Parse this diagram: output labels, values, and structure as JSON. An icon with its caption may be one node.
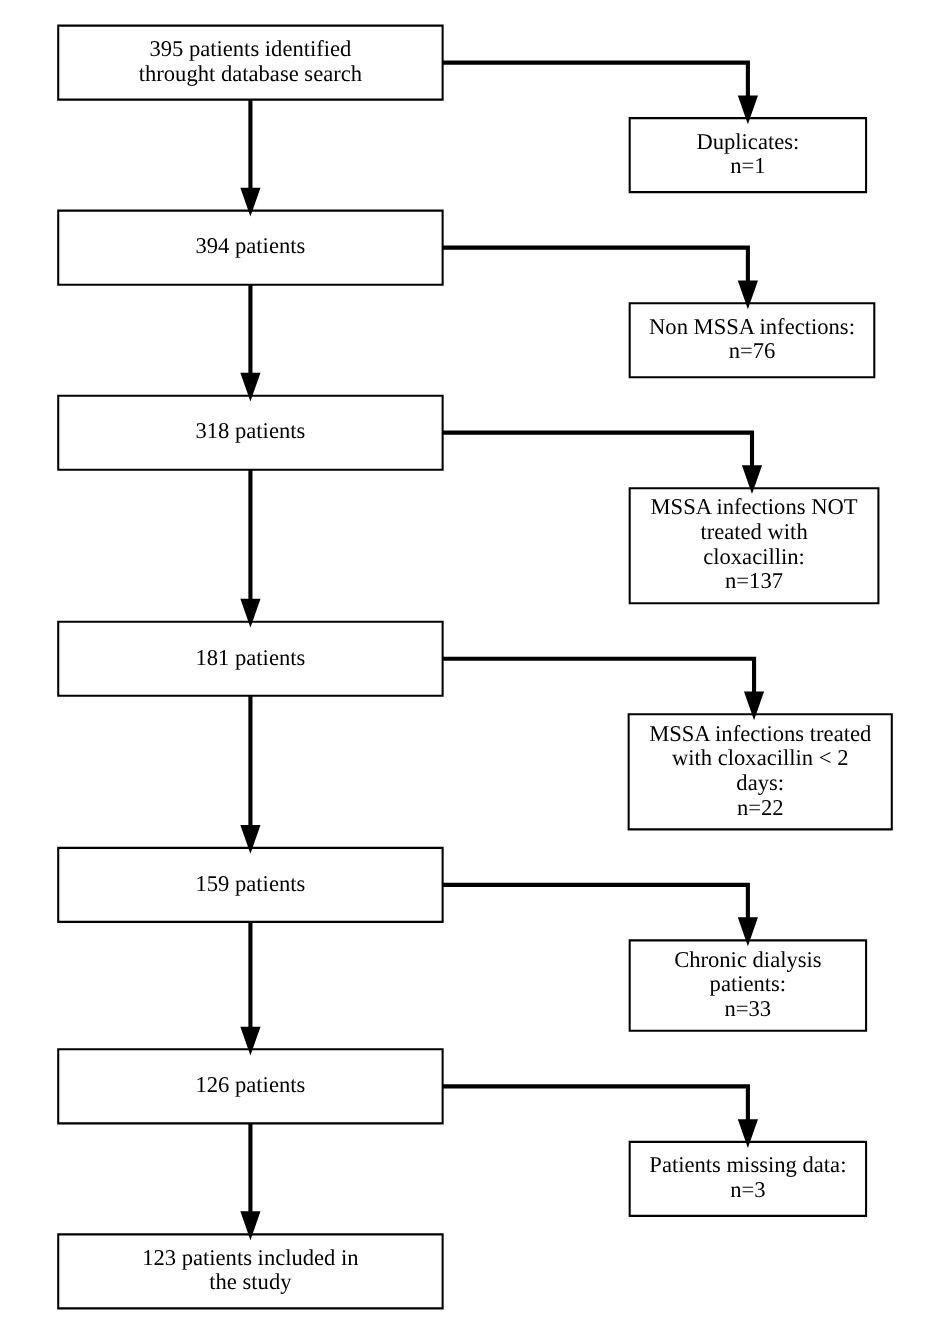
{
  "diagram": {
    "nodes": [
      {
        "text": [
          "395 patients identified throught database search"
        ]
      },
      {
        "text": [
          "Duplicates:",
          "n=1"
        ]
      },
      {
        "text": [
          "394 patients"
        ]
      },
      {
        "text": [
          "Non MSSA infections:",
          "n=76"
        ]
      },
      {
        "text": [
          "318 patients"
        ]
      },
      {
        "text": [
          "MSSA infections NOT treated with cloxacillin:",
          "n=137"
        ]
      },
      {
        "text": [
          "181 patients"
        ]
      },
      {
        "text": [
          "MSSA infections treated with cloxacillin < 2 days:",
          "n=22"
        ]
      },
      {
        "text": [
          "159 patients"
        ]
      },
      {
        "text": [
          "Chronic dialysis patients:",
          "n=33"
        ]
      },
      {
        "text": [
          "126 patients"
        ]
      },
      {
        "text": [
          "Patients missing data:",
          "n=3"
        ]
      },
      {
        "text": [
          "123 patients included in the study"
        ]
      }
    ],
    "edges": [
      {
        "from": 0,
        "to": 2,
        "arrow": "to"
      },
      {
        "from": 0,
        "to": 1,
        "arrow": "to"
      },
      {
        "from": 2,
        "to": 4,
        "arrow": "to"
      },
      {
        "from": 2,
        "to": 3,
        "arrow": "to"
      },
      {
        "from": 4,
        "to": 6,
        "arrow": "to"
      },
      {
        "from": 4,
        "to": 5,
        "arrow": "to"
      },
      {
        "from": 6,
        "to": 8,
        "arrow": "to"
      },
      {
        "from": 6,
        "to": 7,
        "arrow": "to"
      },
      {
        "from": 8,
        "to": 10,
        "arrow": "to"
      },
      {
        "from": 8,
        "to": 9,
        "arrow": "to"
      },
      {
        "from": 10,
        "to": 12,
        "arrow": "to"
      },
      {
        "from": 10,
        "to": 11,
        "arrow": "to"
      }
    ]
  }
}
